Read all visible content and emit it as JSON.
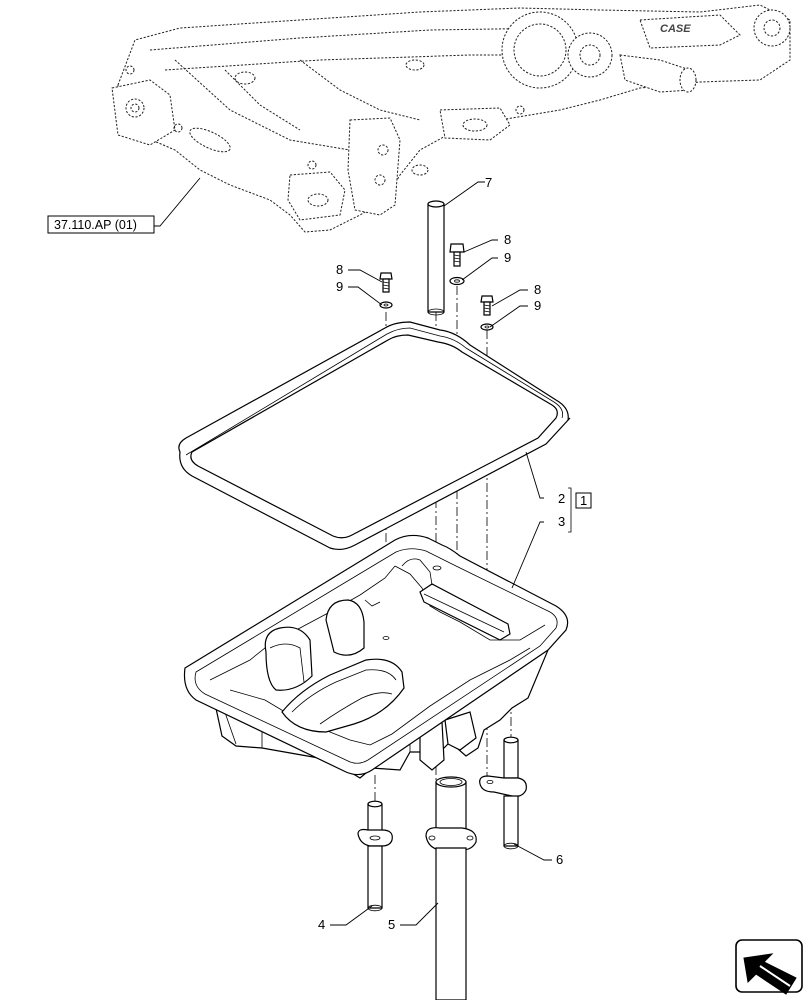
{
  "reference": {
    "label": "37.110.AP (01)"
  },
  "brand_mark": "CASE",
  "callouts": {
    "c1": "1",
    "c2": "2",
    "c3": "3",
    "c4": "4",
    "c5": "5",
    "c6": "6",
    "c7": "7",
    "c8a": "8",
    "c8b": "8",
    "c8c": "8",
    "c9a": "9",
    "c9b": "9",
    "c9c": "9"
  },
  "nav_icon": "arrow-icon"
}
